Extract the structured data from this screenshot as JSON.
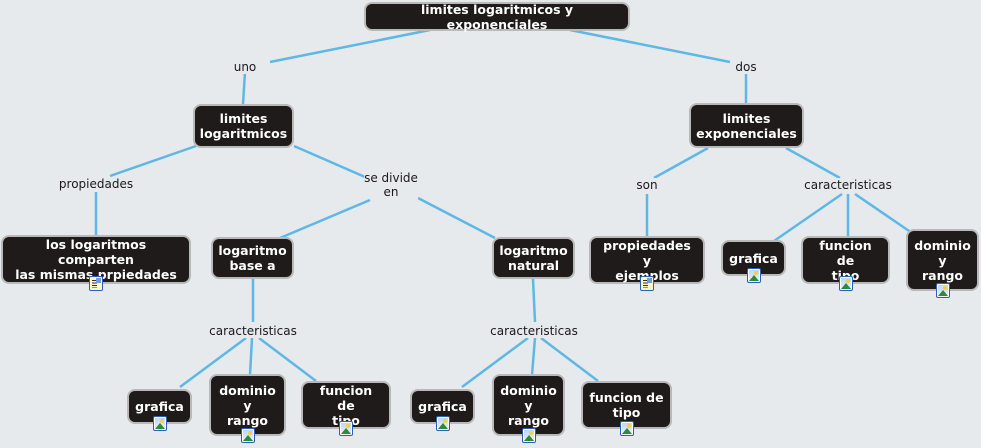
{
  "map": {
    "background_color": "#e6eaed",
    "node_color": "#1e1b1a",
    "link_color": "#5fb7e5",
    "root": {
      "label": "limites logaritmicos y exponenciales"
    },
    "link_labels": {
      "uno": "uno",
      "dos": "dos",
      "propiedades": "propiedades",
      "se_divide_en": "se divide\nen",
      "caracteristicas_base_a": "caracteristicas",
      "caracteristicas_natural": "caracteristicas",
      "son": "son",
      "caracteristicas_exp": "caracteristicas"
    },
    "nodes": {
      "limites_log": {
        "label": "limites\nlogaritmicos"
      },
      "limites_exp": {
        "label": "limites\nexponenciales"
      },
      "log_props": {
        "label": "los logaritmos comparten\nlas mismas prpiedades",
        "resource": "document-icon"
      },
      "log_base_a": {
        "label": "logaritmo\nbase a"
      },
      "log_natural": {
        "label": "logaritmo\nnatural"
      },
      "exp_props": {
        "label": "propiedades y\nejemplos",
        "resource": "document-icon"
      },
      "exp_grafica": {
        "label": "grafica",
        "resource": "image-icon"
      },
      "exp_funcion": {
        "label": "funcion de\ntipo",
        "resource": "image-icon"
      },
      "exp_dominio": {
        "label": "dominio\ny\nrango",
        "resource": "image-icon"
      },
      "a_grafica": {
        "label": "grafica",
        "resource": "image-icon"
      },
      "a_dominio": {
        "label": "dominio\ny\nrango",
        "resource": "image-icon"
      },
      "a_funcion": {
        "label": "funcion de\ntipo",
        "resource": "image-icon"
      },
      "n_grafica": {
        "label": "grafica",
        "resource": "image-icon"
      },
      "n_dominio": {
        "label": "dominio\ny\nrango",
        "resource": "image-icon"
      },
      "n_funcion": {
        "label": "funcion de\ntipo",
        "resource": "image-icon"
      }
    }
  }
}
